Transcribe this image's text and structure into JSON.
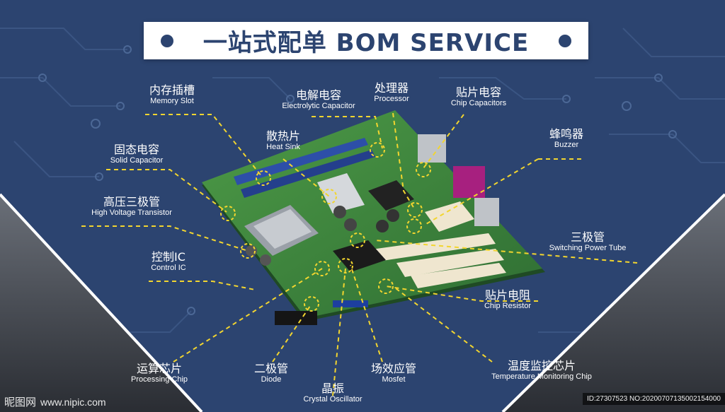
{
  "title": "一站式配单 BOM SERVICE",
  "colors": {
    "background": "#2c4470",
    "banner": "#ffffff",
    "title_text": "#2c4470",
    "leader_line": "#f2d52f",
    "board": "#3f8a3e",
    "label_text": "#ffffff"
  },
  "labels": [
    {
      "zh": "内存插槽",
      "en": "Memory Slot"
    },
    {
      "zh": "电解电容",
      "en": "Electrolytic Capacitor"
    },
    {
      "zh": "处理器",
      "en": "Processor"
    },
    {
      "zh": "贴片电容",
      "en": "Chip Capacitors"
    },
    {
      "zh": "蜂鸣器",
      "en": "Buzzer"
    },
    {
      "zh": "散热片",
      "en": "Heat Sink"
    },
    {
      "zh": "固态电容",
      "en": "Solid Capacitor"
    },
    {
      "zh": "高压三极管",
      "en": "High Voltage Transistor"
    },
    {
      "zh": "三极管",
      "en": "Switching Power Tube"
    },
    {
      "zh": "控制IC",
      "en": "Control IC"
    },
    {
      "zh": "贴片电阻",
      "en": "Chip Resistor"
    },
    {
      "zh": "运算芯片",
      "en": "Processing Chip"
    },
    {
      "zh": "二极管",
      "en": "Diode"
    },
    {
      "zh": "场效应管",
      "en": "Mosfet"
    },
    {
      "zh": "温度监控芯片",
      "en": "Temperature Monitoring Chip"
    },
    {
      "zh": "晶振",
      "en": "Crystal Oscillator"
    }
  ],
  "watermark": {
    "logo": "昵图网",
    "site": "www.nipic.com"
  },
  "id_text": "ID:27307523 NO:20200707135002154000"
}
